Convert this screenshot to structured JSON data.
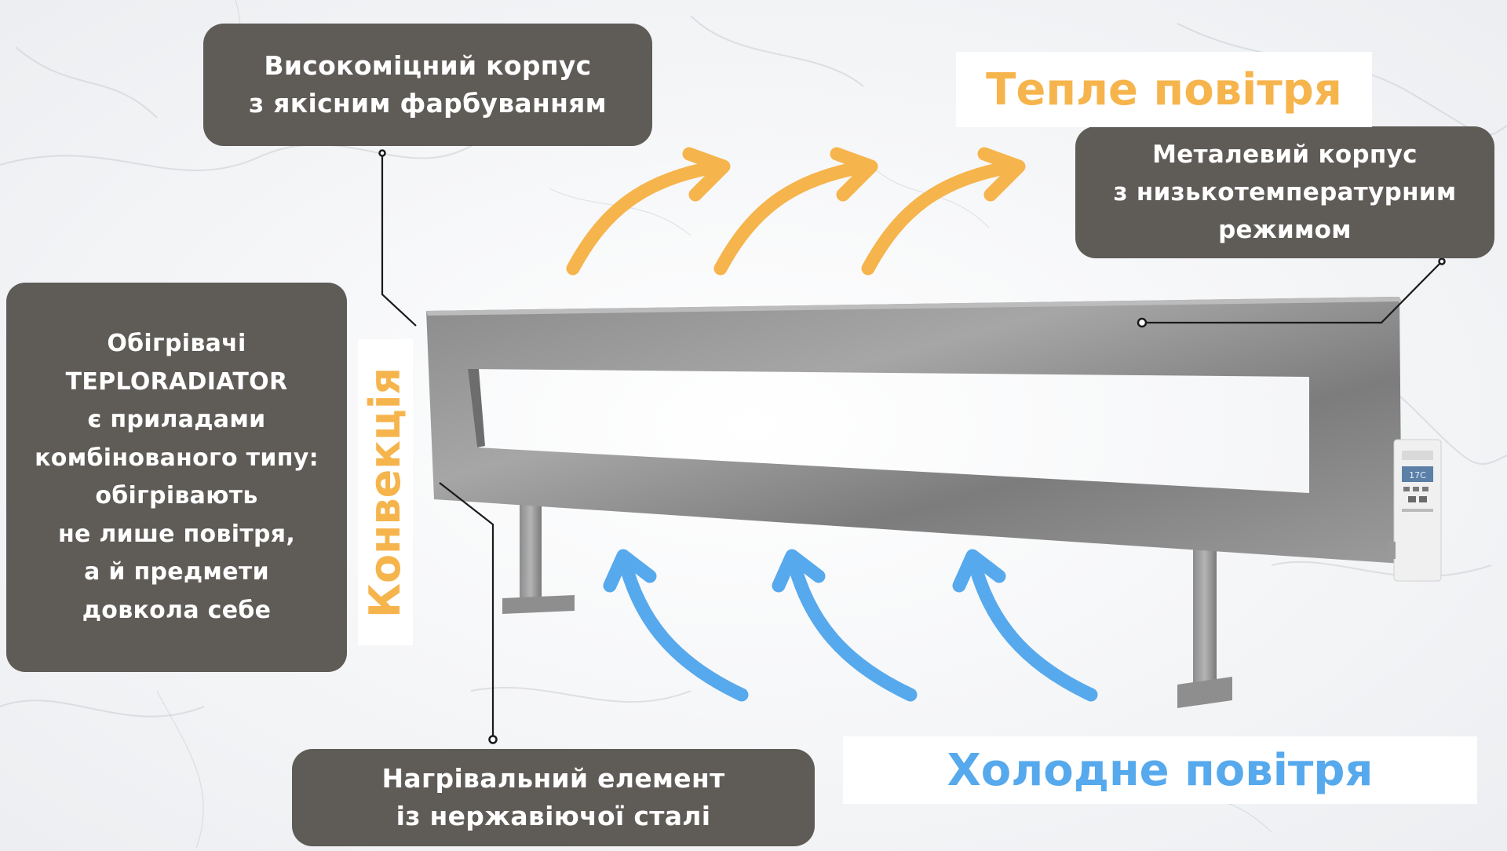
{
  "callouts": {
    "body": "Високоміцний корпус\nз якісним фарбуванням",
    "metal": "Металевий корпус\nз низькотемпературним\nрежимом",
    "heaters": "Обігрівачі\nTEPLORADIATOR\nє приладами\nкомбінованого типу:\nобігрівають\nне лише повітря,\nа й предмети\nдовкола себе",
    "element": "Нагрівальний елемент\nіз нержавіючої сталі"
  },
  "labels": {
    "warm_air": "Тепле повітря",
    "cold_air": "Холодне повітря",
    "convection": "Конвекція"
  },
  "controller": {
    "display": "17C"
  },
  "colors": {
    "warm": "#f6b44c",
    "cold": "#56a9ec",
    "callout_bg": "#5f5b57"
  }
}
